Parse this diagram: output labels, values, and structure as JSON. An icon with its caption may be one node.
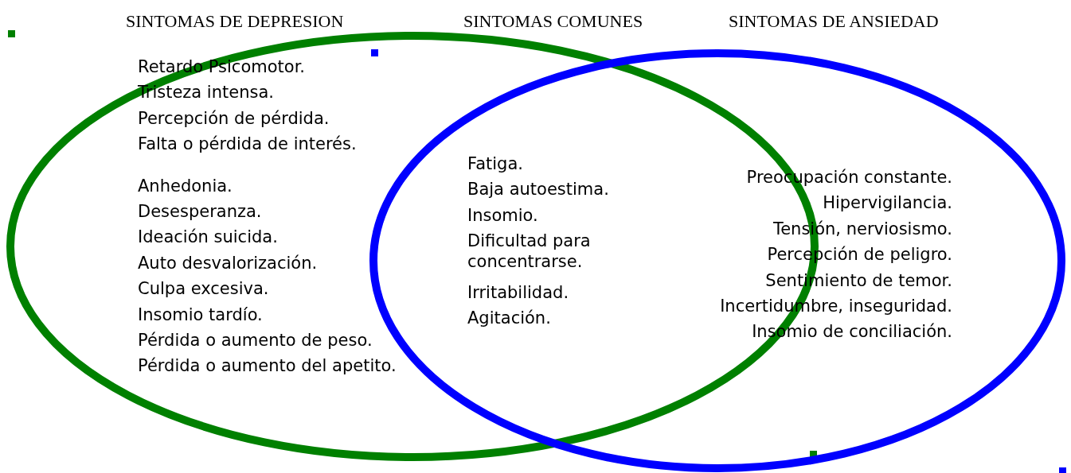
{
  "diagram": {
    "nodes": [
      {
        "text": [
          "SINTOMAS DE  DEPRESION",
          "Retardo Psicomotor.",
          "Tristeza intensa.",
          "Percepción de pérdida.",
          "Falta o pérdida de interés.",
          "Anhedonia.",
          "Desesperanza.",
          "Ideación suicida.",
          "Auto desvalorización.",
          "Culpa excesiva.",
          "Insomio tardío.",
          "Pérdida o aumento de peso.",
          "Pérdida o aumento del apetito."
        ]
      },
      {
        "text": [
          "SINTOMAS DE ANSIEDAD",
          "Preocupación constante.",
          "Hipervigilancia.",
          "Tensión, nerviosismo.",
          "Percepción de peligro.",
          "Sentimiento de temor.",
          "Incertidumbre, inseguridad.",
          "Insomio de conciliación."
        ]
      }
    ],
    "labels": [
      "SINTOMAS COMUNES",
      "Fatiga.",
      "Baja autoestima.",
      "Insomio.",
      "Dificultad para concentrarse.",
      "Irritabilidad.",
      "Agitación."
    ]
  }
}
